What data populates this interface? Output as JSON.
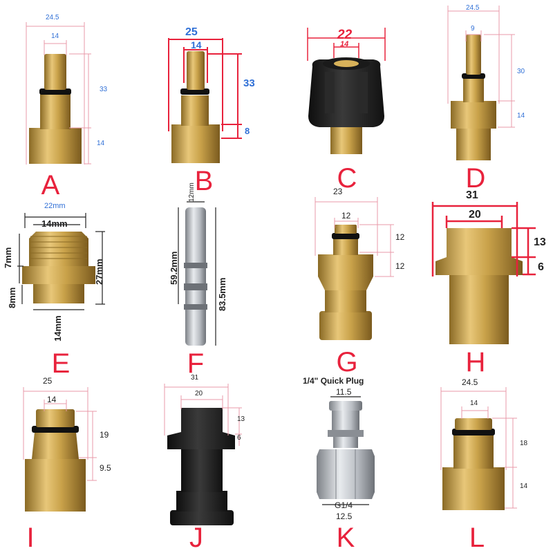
{
  "colors": {
    "label_red": "#e8223c",
    "dimension_blue": "#2f6fd6",
    "dimension_pink": "#e89aa8",
    "brass": "#c9a24a",
    "black_rubber": "#202020",
    "steel": "#b8bcc2"
  },
  "items": {
    "A": {
      "letter": "A",
      "dims": [
        "24.5",
        "14",
        "33",
        "14"
      ]
    },
    "B": {
      "letter": "B",
      "dims": [
        "25",
        "14",
        "33",
        "8"
      ]
    },
    "C": {
      "letter": "C",
      "dims": [
        "22",
        "14"
      ]
    },
    "D": {
      "letter": "D",
      "dims": [
        "24.5",
        "9",
        "30",
        "14"
      ]
    },
    "E": {
      "letter": "E",
      "dims": [
        "22mm",
        "14mm",
        "7mm",
        "27mm",
        "8mm",
        "14mm"
      ]
    },
    "F": {
      "letter": "F",
      "dims": [
        "12mm",
        "59.2mm",
        "83.5mm"
      ]
    },
    "G": {
      "letter": "G",
      "dims": [
        "23",
        "12",
        "12",
        "12"
      ]
    },
    "H": {
      "letter": "H",
      "dims": [
        "31",
        "20",
        "13",
        "6"
      ]
    },
    "I": {
      "letter": "I",
      "dims": [
        "25",
        "14",
        "19",
        "9.5"
      ]
    },
    "J": {
      "letter": "J",
      "dims": [
        "31",
        "20",
        "13",
        "6"
      ]
    },
    "K": {
      "letter": "K",
      "caption": "1/4\" Quick Plug",
      "dims": [
        "11.5",
        "G1/4",
        "12.5"
      ]
    },
    "L": {
      "letter": "L",
      "dims": [
        "24.5",
        "14",
        "18",
        "14"
      ]
    }
  }
}
